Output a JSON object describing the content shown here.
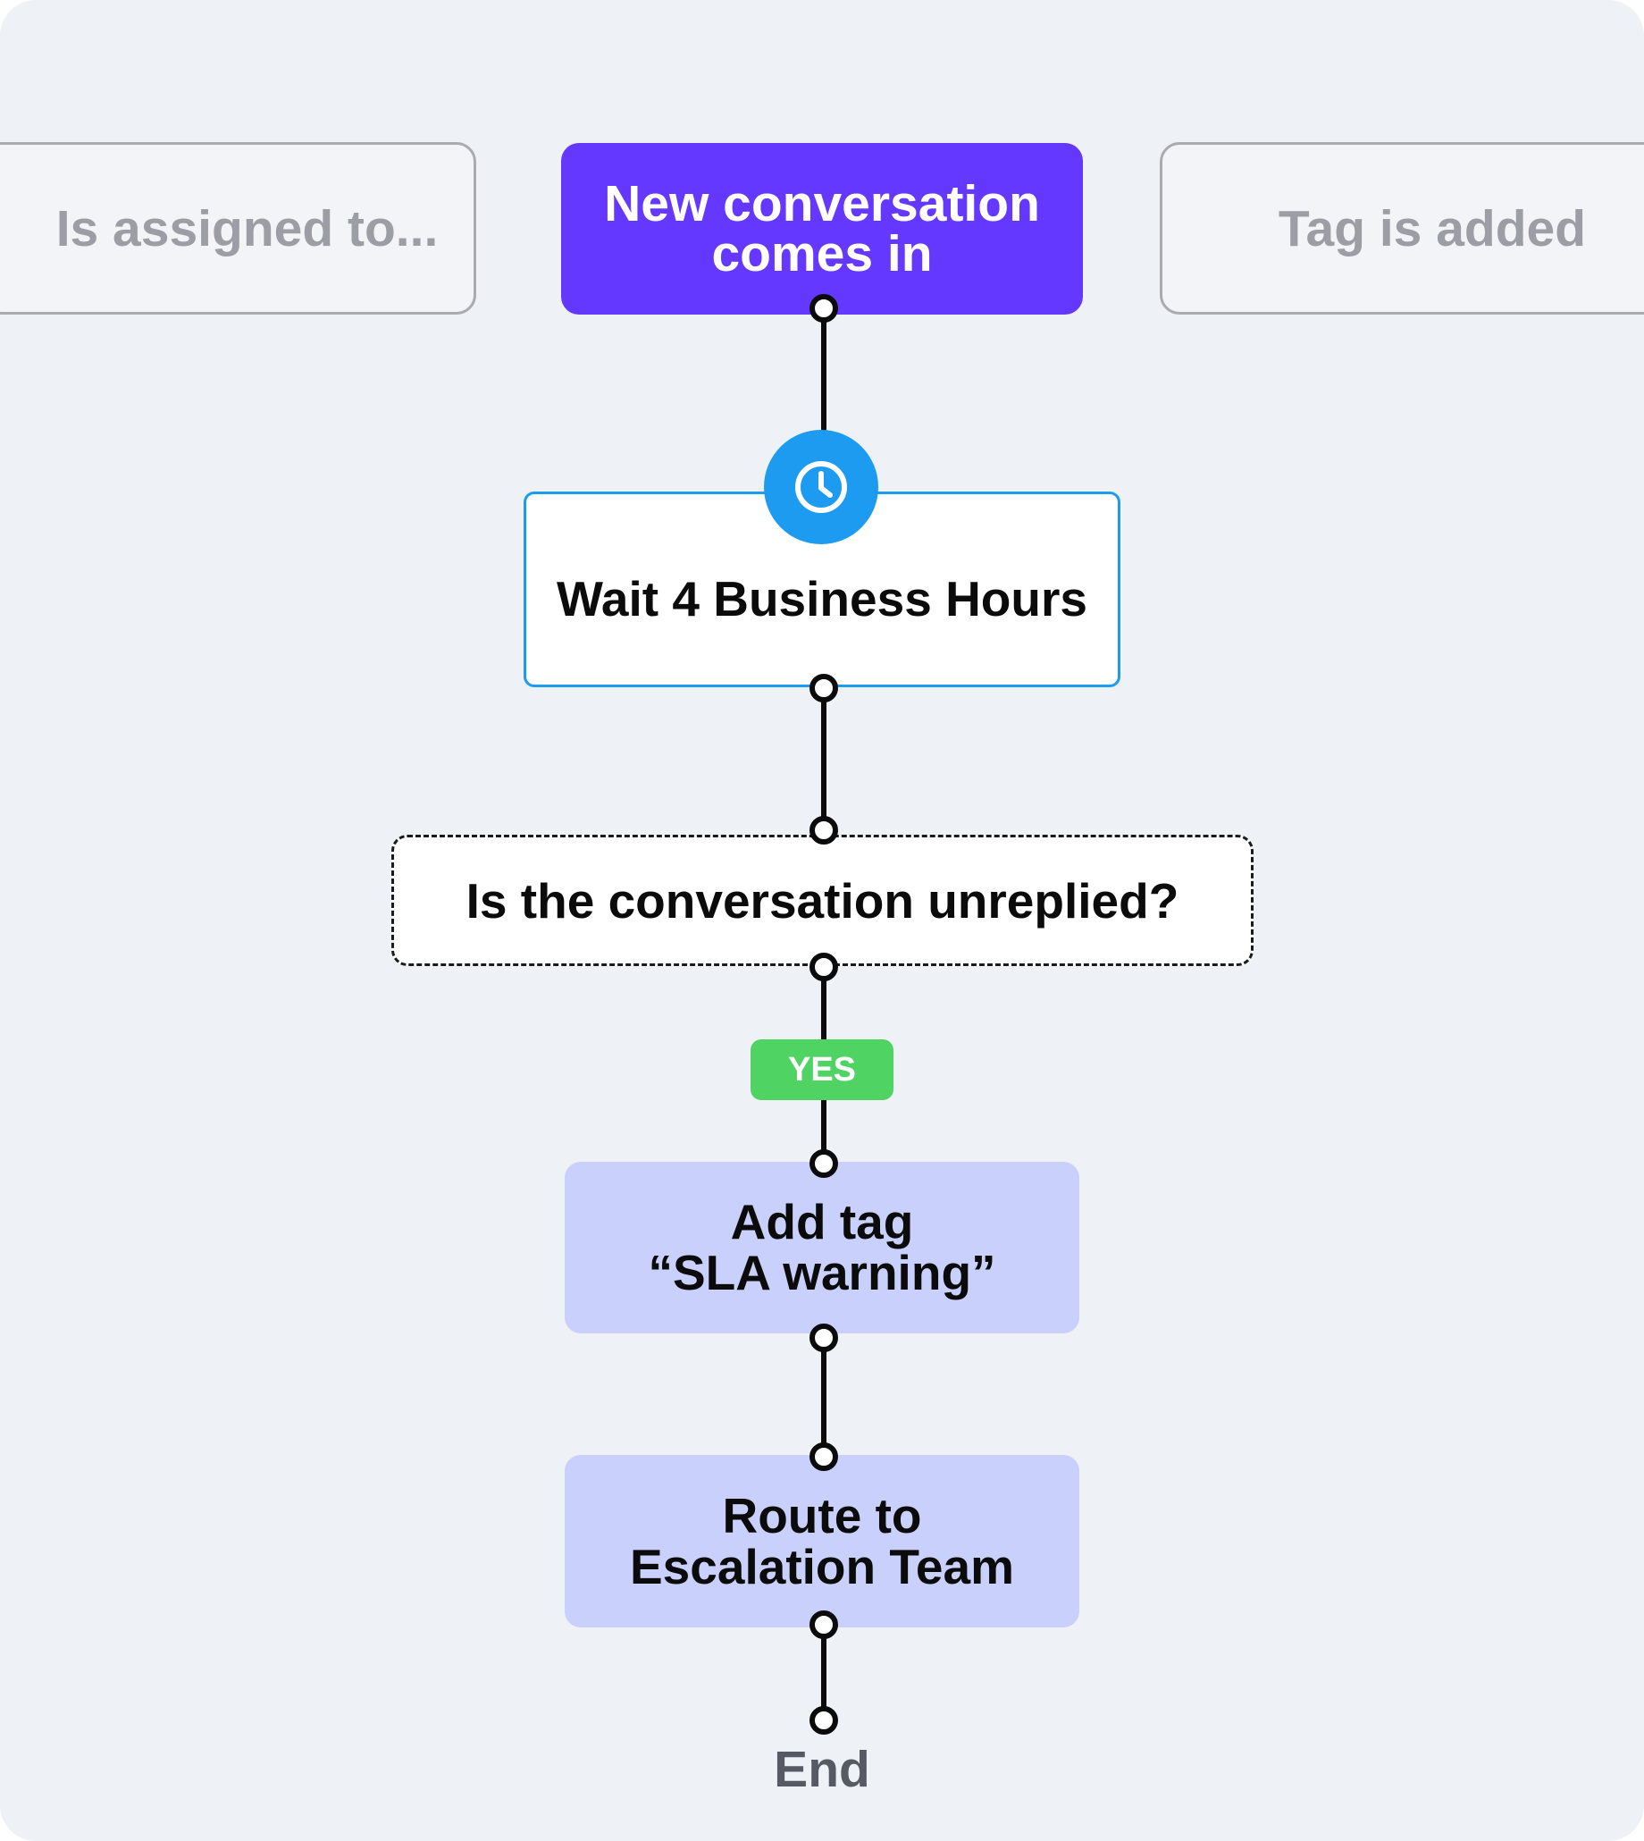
{
  "triggers": {
    "left": {
      "label": "Is assigned to..."
    },
    "center": {
      "label": "New conversation\ncomes in"
    },
    "right": {
      "label": "Tag is added"
    }
  },
  "wait_step": {
    "label": "Wait 4 Business Hours",
    "icon": "clock-icon"
  },
  "condition": {
    "label": "Is the conversation unreplied?"
  },
  "branch": {
    "label": "YES"
  },
  "actions": [
    {
      "label": "Add tag\n“SLA warning”"
    },
    {
      "label": "Route to\nEscalation Team"
    }
  ],
  "end": {
    "label": "End"
  },
  "colors": {
    "canvas_background": "#eef1f6",
    "active_trigger": "#6538ff",
    "inactive_trigger_border": "#a9abb1",
    "inactive_trigger_text": "#9b9ea5",
    "wait_accent": "#1d9bf0",
    "yes_badge": "#4fd362",
    "action_background": "#c8d0fb",
    "connector": "#0b0b0b"
  }
}
